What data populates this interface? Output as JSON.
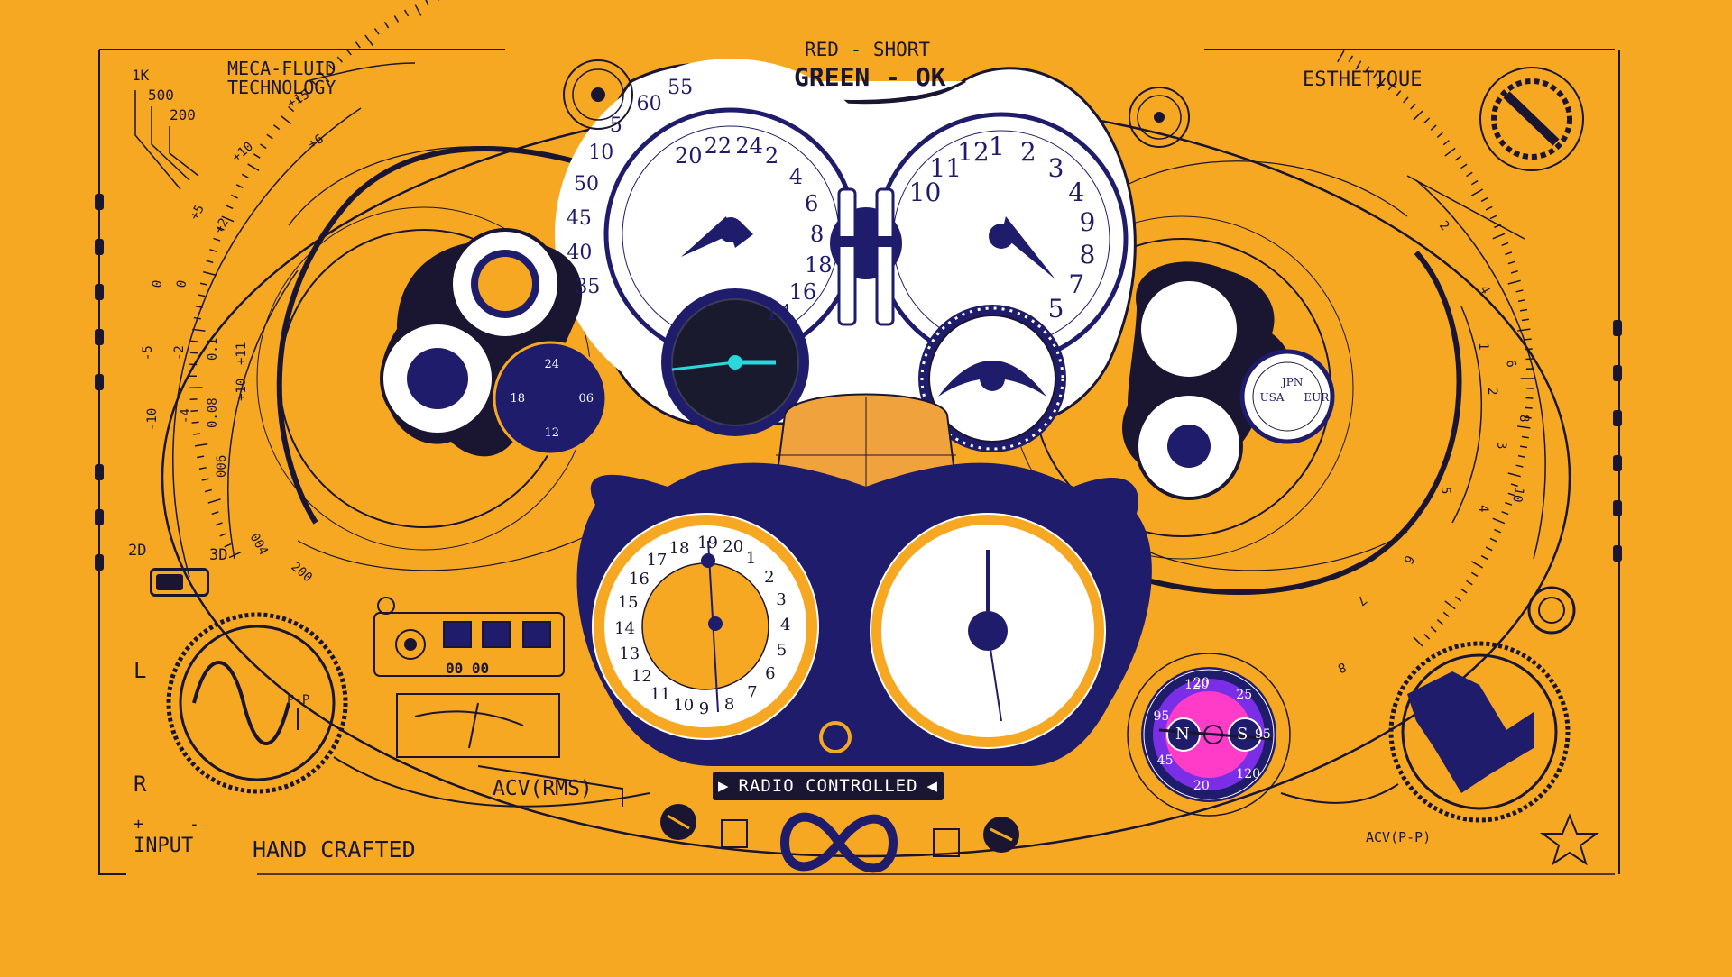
{
  "colors": {
    "background": "#F7A823",
    "navy": "#1F1C6B",
    "ink": "#1a1530",
    "dial_white": "#FFFFFF",
    "accent_cyan": "#29D8DC",
    "accent_magenta": "#FF3CC8",
    "accent_purple": "#7A2FE6"
  },
  "labels": {
    "red_short": "RED - SHORT",
    "green_ok": "GREEN - OK",
    "meca_fluid": "MECA-FLUID\nTECHNOLOGY",
    "esthetique": "ESTHÉTIQUE",
    "hand_crafted": "HAND CRAFTED",
    "input": "INPUT",
    "input_plus": "+",
    "input_minus": "-",
    "radio_controlled": "RADIO CONTROLLED",
    "acv_rms": "ACV(RMS)",
    "acv_pp": "ACV(P-P)",
    "l": "L",
    "r": "R",
    "two_d": "2D",
    "three_d": "3D",
    "p_p": "P-P",
    "range_1k": "1K",
    "range_500": "500",
    "range_200": "200",
    "counter": "00 00"
  },
  "dials": {
    "top_left_numbers": [
      "55",
      "60",
      "5",
      "10",
      "50",
      "45",
      "40",
      "35",
      "20",
      "22",
      "24",
      "2",
      "4",
      "6",
      "8",
      "18",
      "16",
      "14"
    ],
    "top_right_numbers": [
      "10",
      "11",
      "12",
      "1",
      "2",
      "3",
      "4",
      "9",
      "8",
      "7",
      "5"
    ],
    "bottom_left_numbers": [
      "19",
      "20",
      "1",
      "2",
      "3",
      "4",
      "5",
      "6",
      "7",
      "8",
      "9",
      "10",
      "11",
      "12",
      "13",
      "14",
      "15",
      "16",
      "17",
      "18"
    ],
    "small_world": [
      "USA",
      "JPN",
      "EUR"
    ],
    "compass": [
      "N",
      "S"
    ],
    "compass_ring": [
      "20",
      "25",
      "95",
      "120",
      "20",
      "45",
      "95",
      "120"
    ],
    "blue_24h": [
      "24",
      "06",
      "12",
      "18"
    ]
  }
}
